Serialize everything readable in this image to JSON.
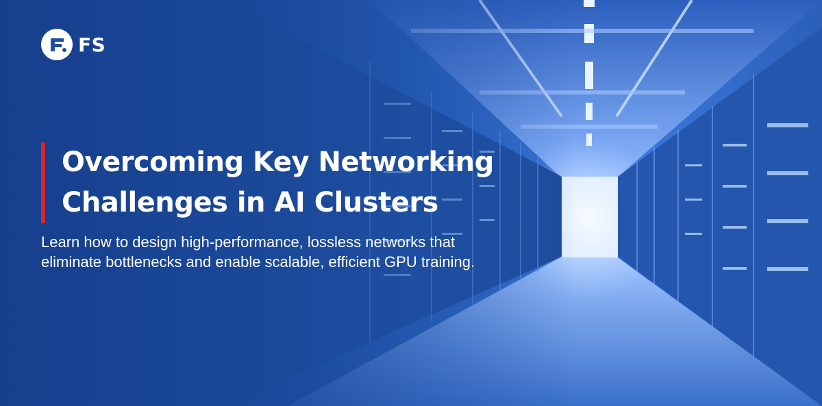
{
  "brand": {
    "logo_text": "FS",
    "logo_icon": "fs-logo-icon"
  },
  "hero": {
    "title_line1": "Overcoming Key Networking",
    "title_line2": "Challenges in AI Clusters",
    "subtitle": "Learn how to design high-performance, lossless networks that eliminate bottlenecks and enable scalable, efficient GPU training.",
    "accent_color": "#d7262e"
  },
  "background": {
    "description_icon": "data-center-corridor-image",
    "base_color": "#1d4fa3"
  }
}
